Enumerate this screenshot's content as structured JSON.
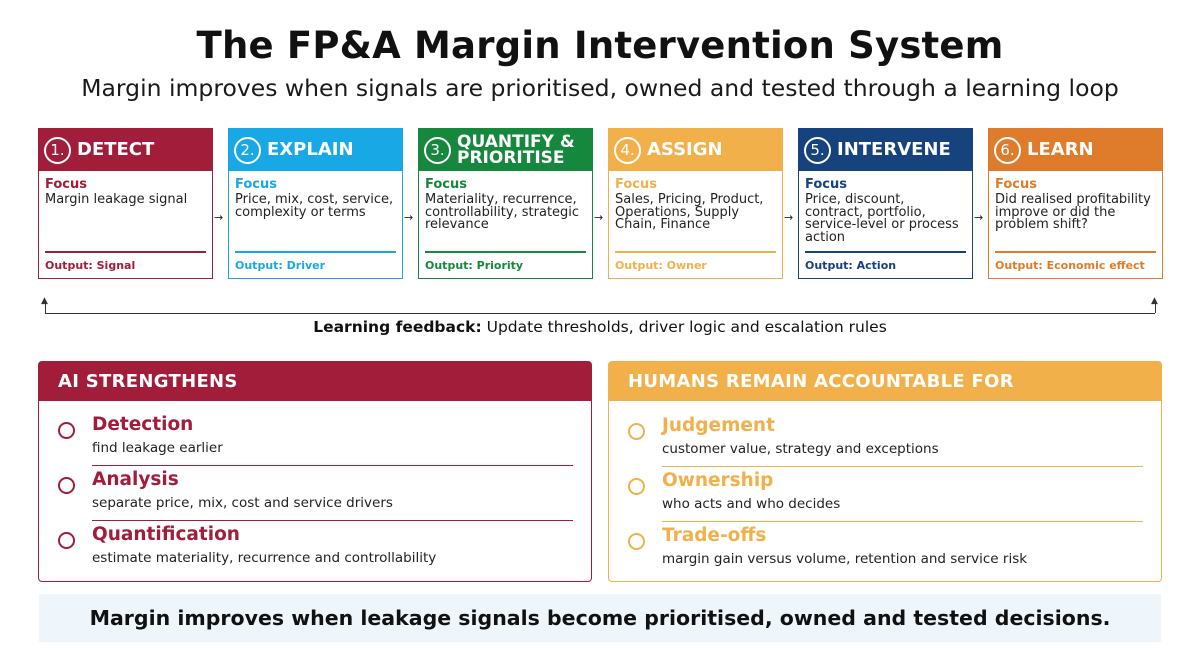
{
  "title": "The FP&A Margin Intervention System",
  "subtitle": "Margin improves when signals are prioritised, owned and tested through a learning loop",
  "focus_label": "Focus",
  "stages": [
    {
      "num": "1.",
      "name": "DETECT",
      "focus": "Margin leakage signal",
      "output": "Output: Signal",
      "color": "#a11d3a"
    },
    {
      "num": "2.",
      "name": "EXPLAIN",
      "focus": "Price, mix, cost, service, complexity or terms",
      "output": "Output: Driver",
      "color": "#19a8e6"
    },
    {
      "num": "3.",
      "name": "QUANTIFY & PRIORITISE",
      "focus": "Materiality, recurrence, controllability, strategic relevance",
      "output": "Output: Priority",
      "color": "#16883e"
    },
    {
      "num": "4.",
      "name": "ASSIGN",
      "focus": "Sales, Pricing, Product, Operations, Supply Chain, Finance",
      "output": "Output: Owner",
      "color": "#f2b04a"
    },
    {
      "num": "5.",
      "name": "INTERVENE",
      "focus": "Price, discount, contract, portfolio, service-level or process action",
      "output": "Output: Action",
      "color": "#16427d"
    },
    {
      "num": "6.",
      "name": "LEARN",
      "focus": "Did realised profitability improve or did the problem shift?",
      "output": "Output: Economic effect",
      "color": "#df7c2c"
    }
  ],
  "feedback": {
    "label": "Learning feedback:",
    "text": " Update thresholds, driver logic and escalation rules"
  },
  "ai_panel": {
    "title": "AI STRENGTHENS",
    "color": "#a11d3a",
    "items": [
      {
        "name": "Detection",
        "desc": "find leakage earlier"
      },
      {
        "name": "Analysis",
        "desc": "separate price, mix, cost and service drivers"
      },
      {
        "name": "Quantification",
        "desc": "estimate materiality, recurrence and controllability"
      }
    ]
  },
  "human_panel": {
    "title": "HUMANS REMAIN ACCOUNTABLE FOR",
    "color": "#f2b04a",
    "items": [
      {
        "name": "Judgement",
        "desc": "customer value, strategy and exceptions"
      },
      {
        "name": "Ownership",
        "desc": "who acts and who decides"
      },
      {
        "name": "Trade-offs",
        "desc": "margin gain versus volume, retention and service risk"
      }
    ]
  },
  "banner": "Margin improves when leakage signals become prioritised, owned and tested decisions.",
  "arrow_glyph": "→",
  "up_glyph": "▲"
}
